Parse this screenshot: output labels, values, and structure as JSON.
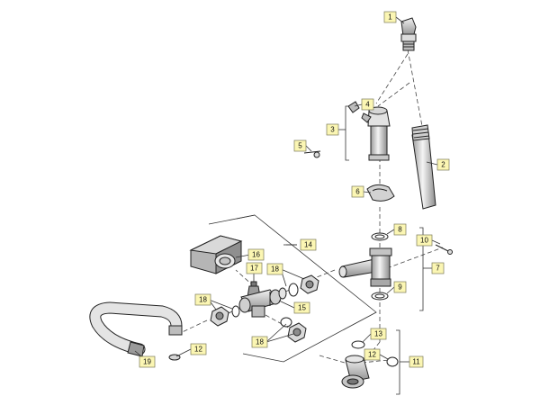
{
  "callouts": {
    "c1": "1",
    "c2": "2",
    "c3": "3",
    "c4": "4",
    "c5": "5",
    "c6": "6",
    "c7": "7",
    "c8": "8",
    "c9": "9",
    "c10": "10",
    "c11": "11",
    "c12a": "12",
    "c12b": "12",
    "c13": "13",
    "c14": "14",
    "c15": "15",
    "c16": "16",
    "c17": "17",
    "c18a": "18",
    "c18b": "18",
    "c18c": "18",
    "c19": "19"
  },
  "colors": {
    "callout_fill": "#fbf6b3",
    "part_fill": "#e6e6e6",
    "part_dark": "#8a8a8a",
    "line": "#333333"
  }
}
